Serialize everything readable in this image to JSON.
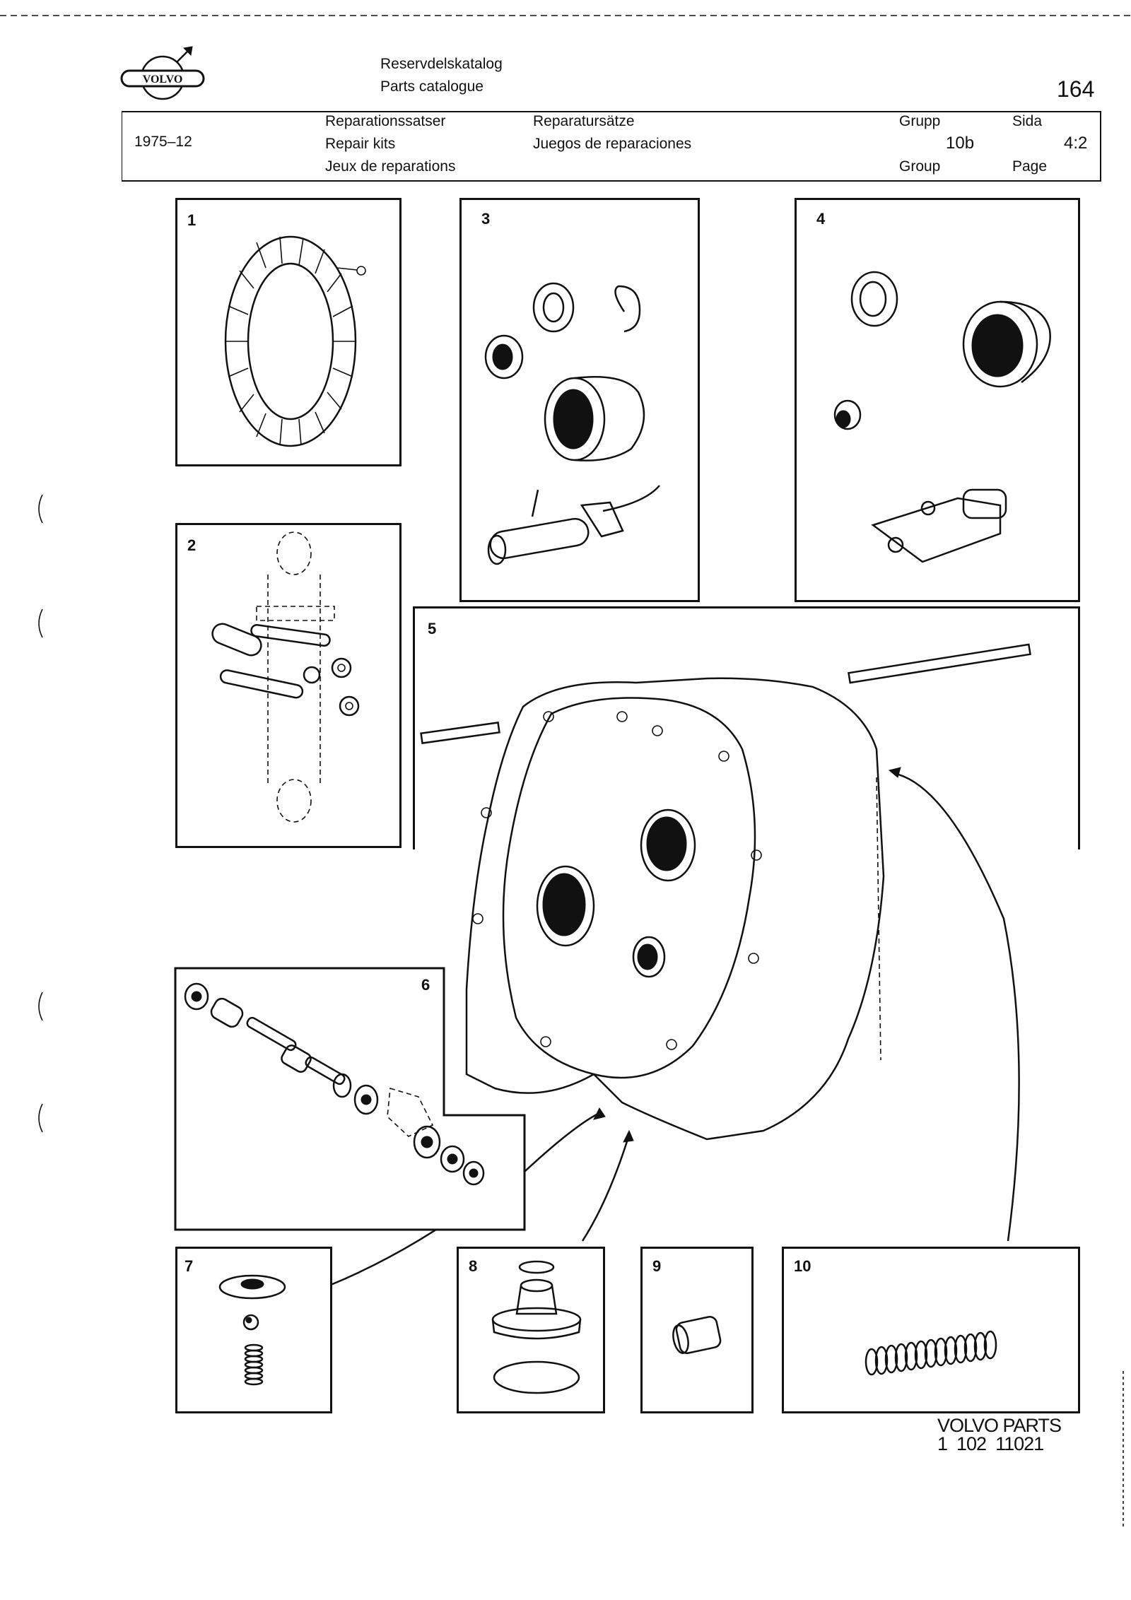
{
  "header": {
    "catalogue_se": "Reservdelskatalog",
    "catalogue_en": "Parts catalogue",
    "page_number": "164",
    "date": "1975–12",
    "title_se": "Reparationssatser",
    "title_en": "Repair kits",
    "title_fr": "Jeux de reparations",
    "title_de": "Reparatursätze",
    "title_es": "Juegos de reparaciones",
    "group_label_se": "Grupp",
    "group_value": "10b",
    "group_label_en": "Group",
    "page_label_se": "Sida",
    "page_value": "4:2",
    "page_label_en": "Page"
  },
  "logo": {
    "text": "VOLVO"
  },
  "panels": [
    {
      "id": "1",
      "label": "1"
    },
    {
      "id": "2",
      "label": "2"
    },
    {
      "id": "3",
      "label": "3"
    },
    {
      "id": "4",
      "label": "4"
    },
    {
      "id": "5",
      "label": "5"
    },
    {
      "id": "6",
      "label": "6"
    },
    {
      "id": "7",
      "label": "7"
    },
    {
      "id": "8",
      "label": "8"
    },
    {
      "id": "9",
      "label": "9"
    },
    {
      "id": "10",
      "label": "10"
    }
  ],
  "footer": {
    "brand": "VOLVO PARTS",
    "code": "1  102  11021"
  },
  "colors": {
    "ink": "#111111",
    "paper": "#ffffff"
  }
}
